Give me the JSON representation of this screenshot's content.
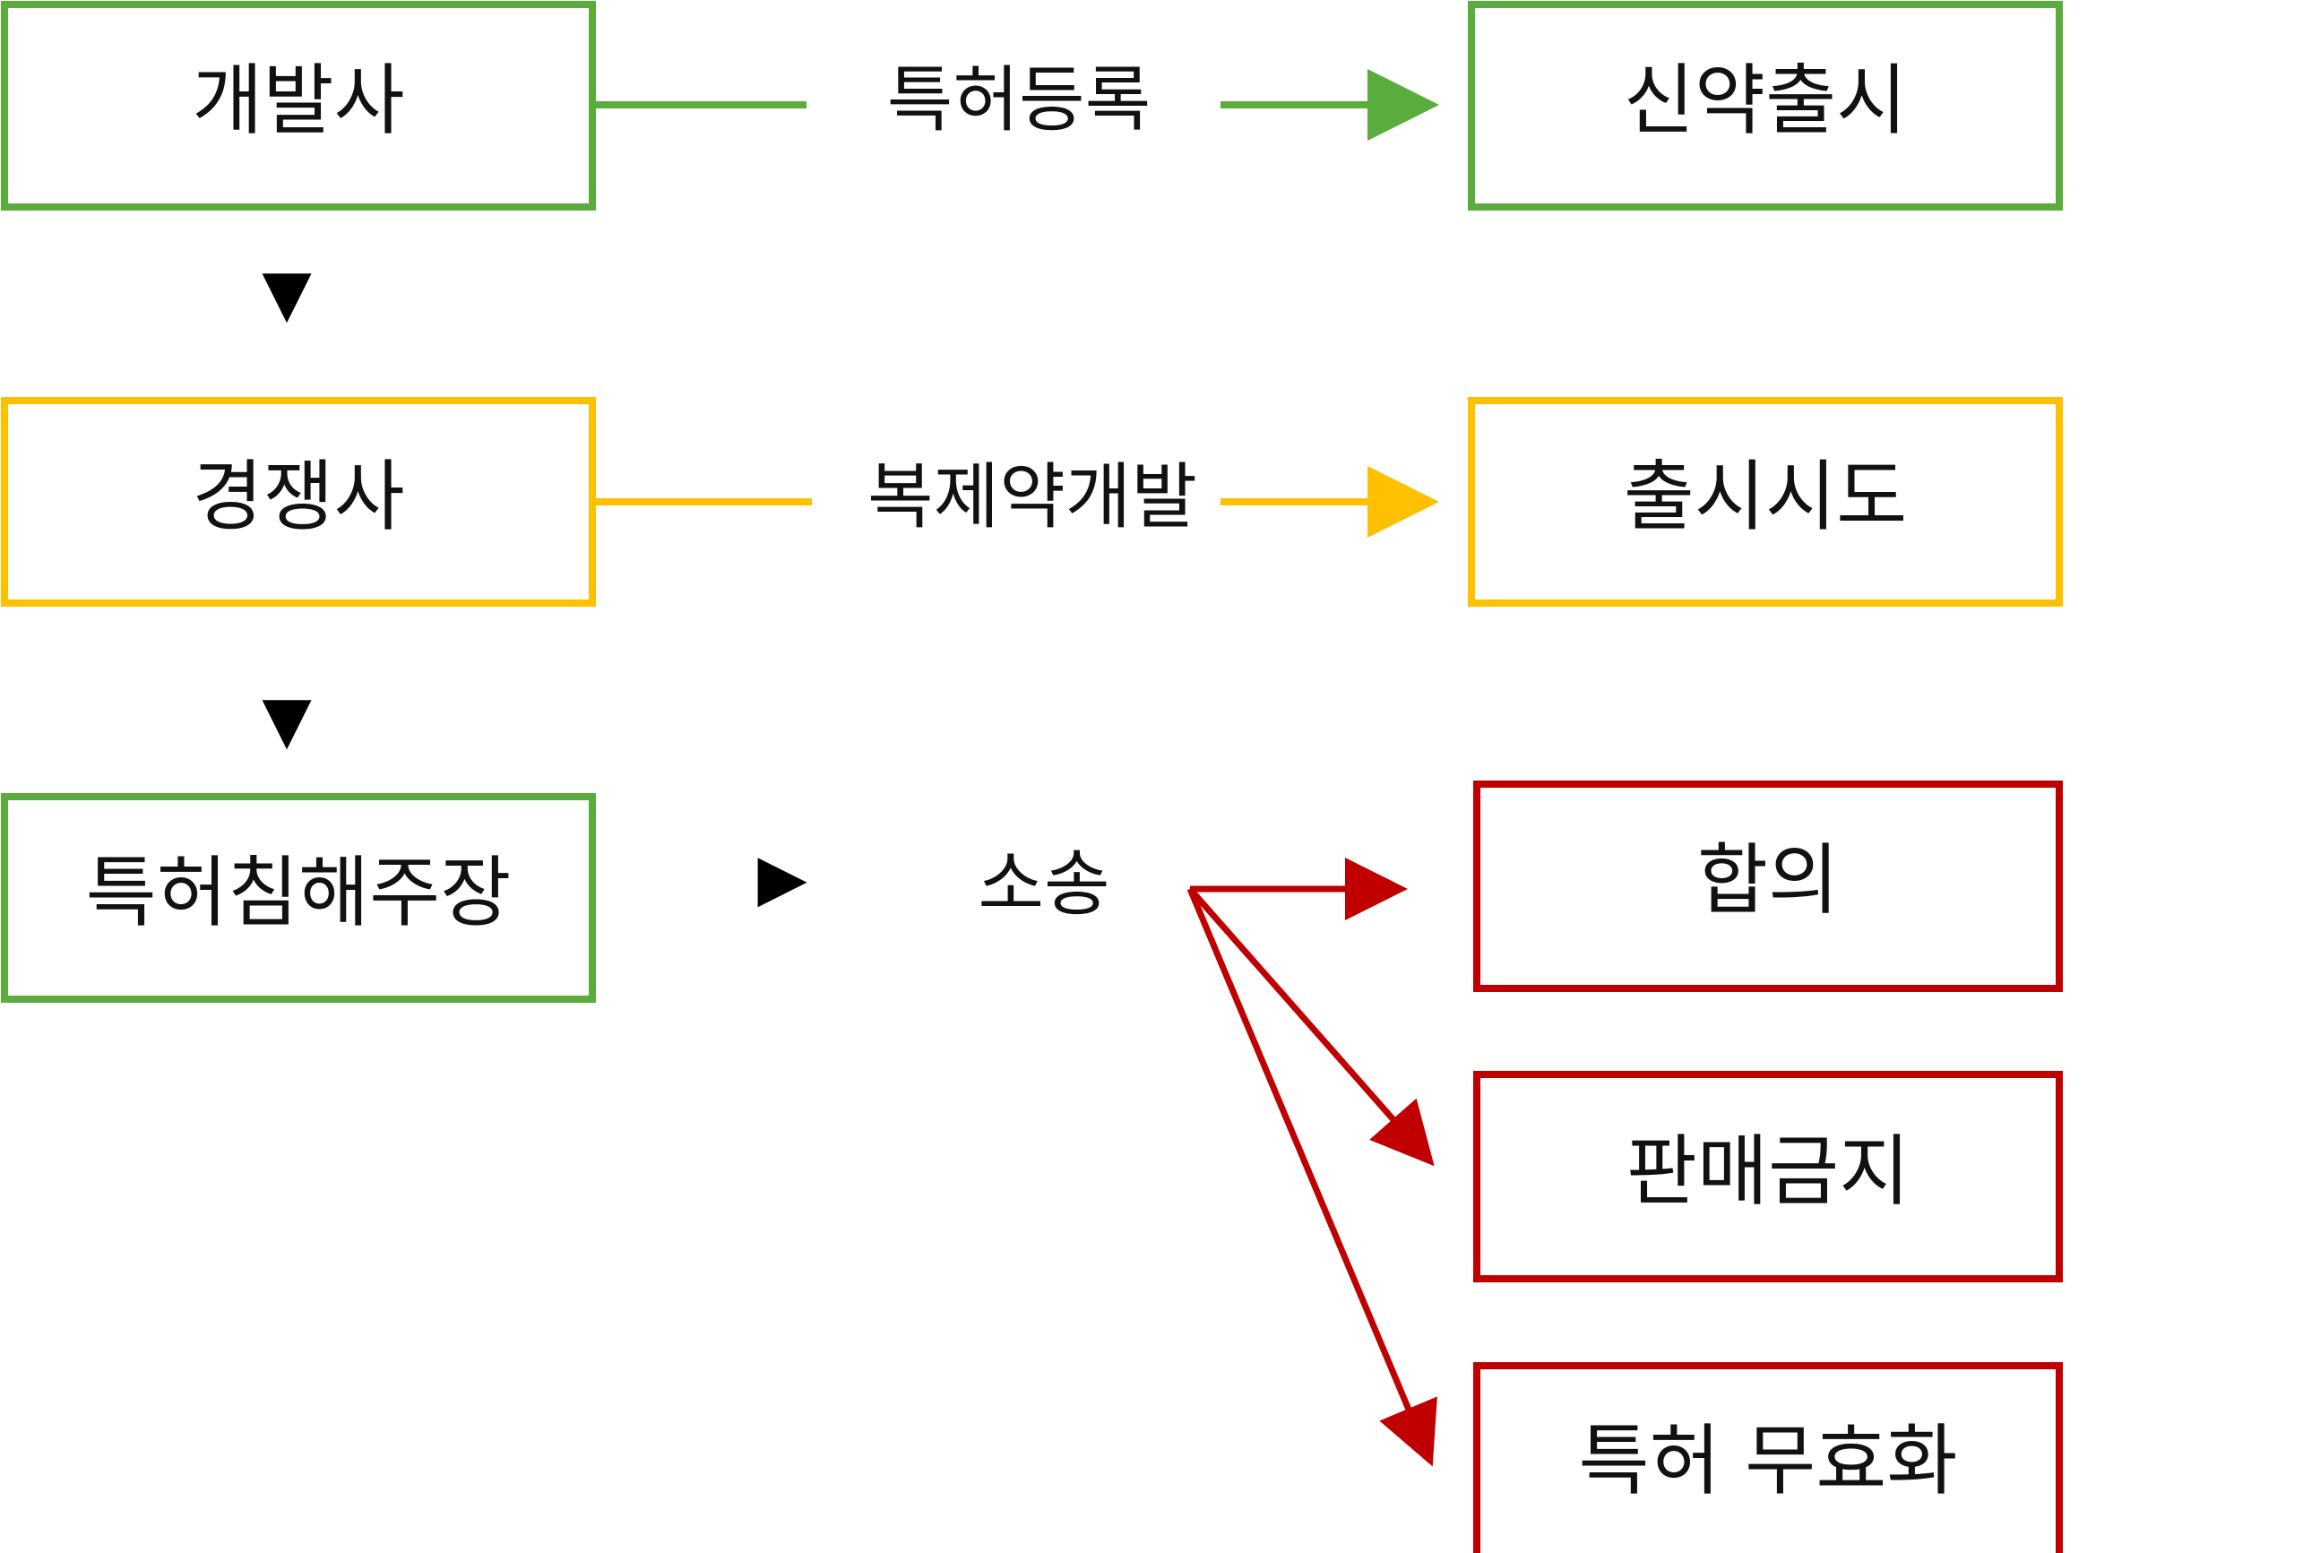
{
  "colors": {
    "green": "#5aac3c",
    "yellow": "#ffc000",
    "red": "#c00000",
    "black": "#000000"
  },
  "nodes": {
    "developer": "개발사",
    "new_drug_launch": "신약출시",
    "competitor": "경쟁사",
    "launch_attempt": "출시시도",
    "infringement_claim": "특허침해주장",
    "settlement": "합의",
    "sales_ban": "판매금지",
    "patent_invalidation": "특허 무효화"
  },
  "edges": {
    "patent_registration": "특허등록",
    "generic_development": "복제약개발",
    "lawsuit": "소송"
  },
  "markers": {
    "down": "▼",
    "right": "▶"
  }
}
